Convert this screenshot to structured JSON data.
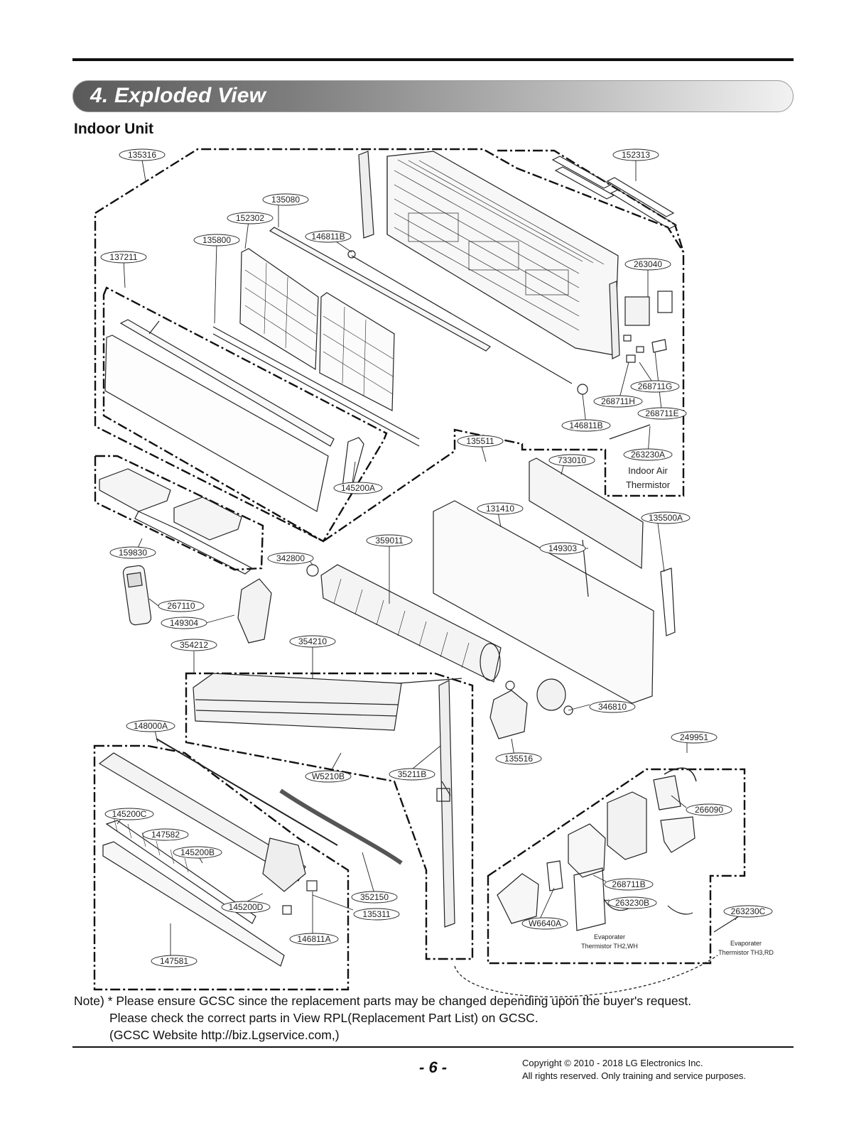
{
  "header": {
    "title": "4. Exploded View",
    "subtitle": "Indoor Unit"
  },
  "parts": [
    {
      "id": "135316",
      "label": "135316"
    },
    {
      "id": "152313",
      "label": "152313"
    },
    {
      "id": "135080",
      "label": "135080"
    },
    {
      "id": "152302",
      "label": "152302"
    },
    {
      "id": "146811B-top",
      "label": "146811B"
    },
    {
      "id": "135800",
      "label": "135800"
    },
    {
      "id": "137211",
      "label": "137211"
    },
    {
      "id": "263040",
      "label": "263040"
    },
    {
      "id": "268711G",
      "label": "268711G"
    },
    {
      "id": "268711H",
      "label": "268711H"
    },
    {
      "id": "268711E",
      "label": "268711E"
    },
    {
      "id": "146811B-mid",
      "label": "146811B"
    },
    {
      "id": "263230A",
      "label": "263230A"
    },
    {
      "id": "135511",
      "label": "135511"
    },
    {
      "id": "733010",
      "label": "733010"
    },
    {
      "id": "145200A",
      "label": "145200A"
    },
    {
      "id": "131410",
      "label": "131410"
    },
    {
      "id": "135500A",
      "label": "135500A"
    },
    {
      "id": "359011",
      "label": "359011"
    },
    {
      "id": "149303",
      "label": "149303"
    },
    {
      "id": "159830",
      "label": "159830"
    },
    {
      "id": "342800",
      "label": "342800"
    },
    {
      "id": "267110",
      "label": "267110"
    },
    {
      "id": "149304",
      "label": "149304"
    },
    {
      "id": "354212",
      "label": "354212"
    },
    {
      "id": "354210",
      "label": "354210"
    },
    {
      "id": "346810",
      "label": "346810"
    },
    {
      "id": "148000A",
      "label": "148000A"
    },
    {
      "id": "249951",
      "label": "249951"
    },
    {
      "id": "135516",
      "label": "135516"
    },
    {
      "id": "W5210B",
      "label": "W5210B"
    },
    {
      "id": "35211B",
      "label": "35211B"
    },
    {
      "id": "266090",
      "label": "266090"
    },
    {
      "id": "145200C",
      "label": "145200C"
    },
    {
      "id": "147582",
      "label": "147582"
    },
    {
      "id": "145200B",
      "label": "145200B"
    },
    {
      "id": "268711B",
      "label": "268711B"
    },
    {
      "id": "263230B",
      "label": "263230B"
    },
    {
      "id": "352150",
      "label": "352150"
    },
    {
      "id": "145200D",
      "label": "145200D"
    },
    {
      "id": "135311",
      "label": "135311"
    },
    {
      "id": "263230C",
      "label": "263230C"
    },
    {
      "id": "W6640A",
      "label": "W6640A"
    },
    {
      "id": "146811A",
      "label": "146811A"
    },
    {
      "id": "147581",
      "label": "147581"
    }
  ],
  "captions": {
    "indoor_air_1": "Indoor Air",
    "indoor_air_2": "Thermistor",
    "evap_a_1": "Evaporater",
    "evap_a_2": "Thermistor TH2,WH",
    "evap_b_1": "Evaporater",
    "evap_b_2": "Thermistor TH3,RD"
  },
  "note": {
    "line1": "Note) * Please ensure GCSC since the replacement parts may be changed depending upon the buyer's request.",
    "line2": "Please check  the correct parts in View RPL(Replacement Part List) on GCSC.",
    "line3": "(GCSC Website  http://biz.Lgservice.com,)"
  },
  "footer": {
    "page_number": "- 6 -",
    "copyright_1": "Copyright © 2010 - 2018 LG Electronics Inc.",
    "copyright_2": "All rights reserved. Only training and service purposes."
  }
}
